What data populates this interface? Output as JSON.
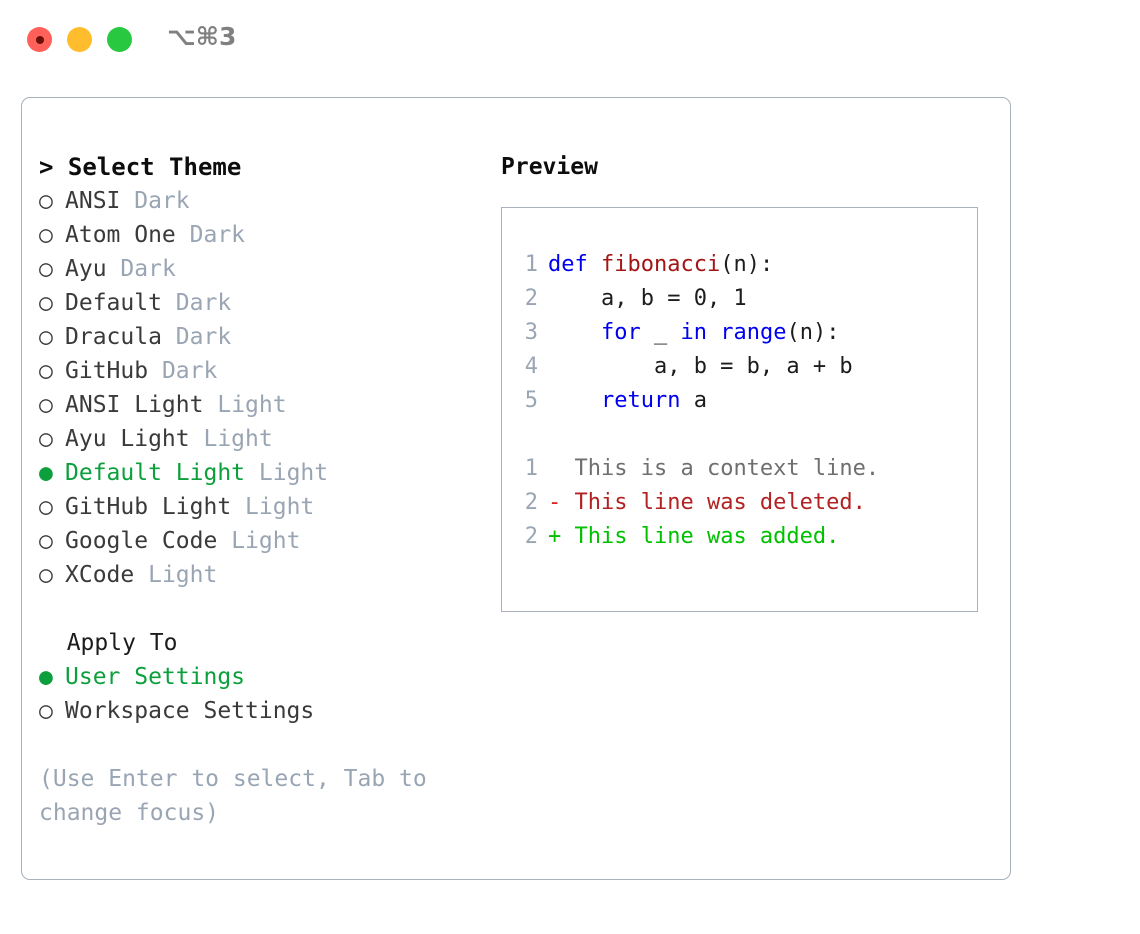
{
  "titlebar": {
    "shortcut": "⌥⌘3",
    "lights": [
      {
        "name": "close",
        "color": "#ff6059"
      },
      {
        "name": "minimize",
        "color": "#ffbd2e"
      },
      {
        "name": "maximize",
        "color": "#28c840"
      }
    ]
  },
  "colors": {
    "accent_green": "#0ca03c",
    "muted_gray": "#9aa5b4",
    "keyword_blue": "#0000ee",
    "function_red": "#a31515",
    "diff_add": "#00c000",
    "diff_del": "#b22222",
    "border": "#a8b1bd"
  },
  "theme_list": {
    "header": "> Select Theme",
    "items": [
      {
        "bullet": "○",
        "name": "ANSI",
        "category": "Dark",
        "selected": false
      },
      {
        "bullet": "○",
        "name": "Atom One",
        "category": "Dark",
        "selected": false
      },
      {
        "bullet": "○",
        "name": "Ayu",
        "category": "Dark",
        "selected": false
      },
      {
        "bullet": "○",
        "name": "Default",
        "category": "Dark",
        "selected": false
      },
      {
        "bullet": "○",
        "name": "Dracula",
        "category": "Dark",
        "selected": false
      },
      {
        "bullet": "○",
        "name": "GitHub",
        "category": "Dark",
        "selected": false
      },
      {
        "bullet": "○",
        "name": "ANSI Light",
        "category": "Light",
        "selected": false
      },
      {
        "bullet": "○",
        "name": "Ayu Light",
        "category": "Light",
        "selected": false
      },
      {
        "bullet": "●",
        "name": "Default Light",
        "category": "Light",
        "selected": true
      },
      {
        "bullet": "○",
        "name": "GitHub Light",
        "category": "Light",
        "selected": false
      },
      {
        "bullet": "○",
        "name": "Google Code",
        "category": "Light",
        "selected": false
      },
      {
        "bullet": "○",
        "name": "XCode",
        "category": "Light",
        "selected": false
      }
    ]
  },
  "apply_to": {
    "label": "  Apply To",
    "items": [
      {
        "bullet": "●",
        "name": "User Settings",
        "selected": true
      },
      {
        "bullet": "○",
        "name": "Workspace Settings",
        "selected": false
      }
    ]
  },
  "hint": {
    "line1": "(Use Enter to select, Tab to",
    "line2": "change focus)"
  },
  "preview": {
    "title": "Preview",
    "code": [
      {
        "no": "1",
        "tokens": [
          {
            "t": "def",
            "c": "kw"
          },
          {
            "t": " ",
            "c": "plain"
          },
          {
            "t": "fibonacci",
            "c": "fn"
          },
          {
            "t": "(n):",
            "c": "plain"
          }
        ]
      },
      {
        "no": "2",
        "tokens": [
          {
            "t": "    a, b = 0, 1",
            "c": "plain"
          }
        ]
      },
      {
        "no": "3",
        "tokens": [
          {
            "t": "    ",
            "c": "plain"
          },
          {
            "t": "for",
            "c": "kw"
          },
          {
            "t": " _ ",
            "c": "plain"
          },
          {
            "t": "in",
            "c": "kw"
          },
          {
            "t": " ",
            "c": "plain"
          },
          {
            "t": "range",
            "c": "kw"
          },
          {
            "t": "(n):",
            "c": "plain"
          }
        ]
      },
      {
        "no": "4",
        "tokens": [
          {
            "t": "        a, b = b, a + b",
            "c": "plain"
          }
        ]
      },
      {
        "no": "5",
        "tokens": [
          {
            "t": "    ",
            "c": "plain"
          },
          {
            "t": "return",
            "c": "kw"
          },
          {
            "t": " a",
            "c": "plain"
          }
        ]
      }
    ],
    "diff": [
      {
        "no": "1",
        "marker": "  ",
        "text": "This is a context line.",
        "kind": "context"
      },
      {
        "no": "2",
        "marker": "- ",
        "text": "This line was deleted.",
        "kind": "deleted"
      },
      {
        "no": "2",
        "marker": "+ ",
        "text": "This line was added.",
        "kind": "added"
      }
    ]
  }
}
